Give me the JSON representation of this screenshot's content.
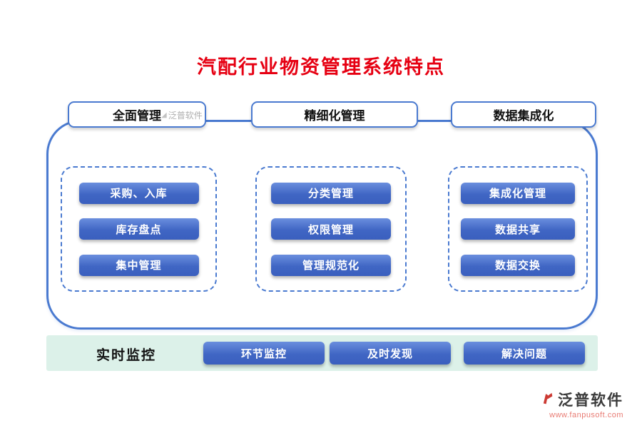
{
  "title": "汽配行业物资管理系统特点",
  "tabs": [
    {
      "label": "全面管理"
    },
    {
      "label": "精细化管理"
    },
    {
      "label": "数据集成化"
    }
  ],
  "columns": [
    {
      "items": [
        "采购、入库",
        "库存盘点",
        "集中管理"
      ]
    },
    {
      "items": [
        "分类管理",
        "权限管理",
        "管理规范化"
      ]
    },
    {
      "items": [
        "集成化管理",
        "数据共享",
        "数据交换"
      ]
    }
  ],
  "bottom_bar": {
    "label": "实时监控",
    "buttons": [
      "环节监控",
      "及时发现",
      "解决问题"
    ]
  },
  "watermark": "泛普软件",
  "footer": {
    "brand": "泛普软件",
    "url": "www.fanpusoft.com"
  },
  "colors": {
    "title_red": "#e60012",
    "accent_blue": "#4a7ad0",
    "button_blue": "#4066c4",
    "bar_green": "#dcf1e9"
  }
}
